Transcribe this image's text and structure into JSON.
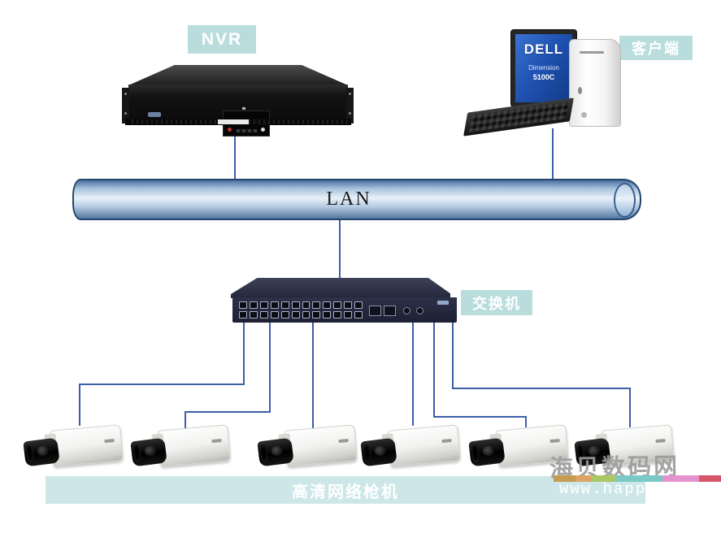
{
  "labels": {
    "nvr": "NVR",
    "client": "客户端",
    "lan": "LAN",
    "switch": "交换机",
    "camera_bar": "高清网络枪机"
  },
  "client_pc": {
    "brand": "DELL",
    "model_line1": "Dimension",
    "model_line2": "5100C"
  },
  "watermark": {
    "name": "海贝数码网",
    "url": "www.happysm.cn"
  },
  "colors": {
    "label_bg": "#b9dddd",
    "bar_bg": "#cde7e8",
    "label_text": "#ffffff",
    "line": "#3c5fa6",
    "pipe_border": "#25466e",
    "lan_text": "#1a1a1a",
    "watermark_name": "#9b9b9b",
    "watermark_url": "#ffffff"
  },
  "stripe_segments": [
    {
      "color": "#c89b52",
      "width": 27
    },
    {
      "color": "#dda465",
      "width": 19
    },
    {
      "color": "#a9c765",
      "width": 31
    },
    {
      "color": "#7bc9c5",
      "width": 57
    },
    {
      "color": "#e593cf",
      "width": 45
    },
    {
      "color": "#d6566c",
      "width": 27
    }
  ],
  "camera_count": 6,
  "switch_port_count": 24
}
